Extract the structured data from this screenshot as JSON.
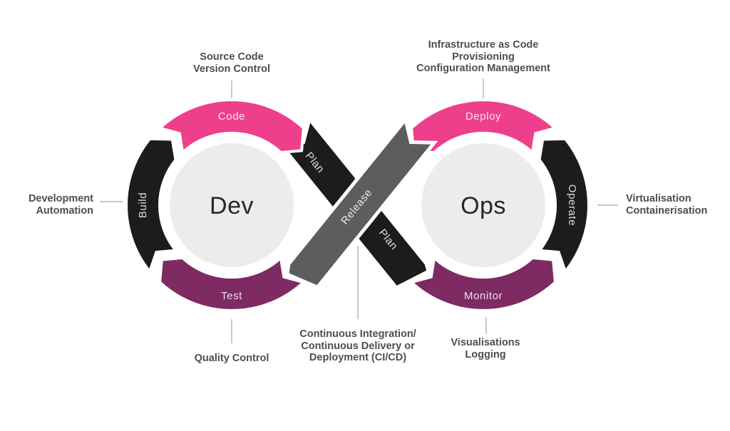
{
  "loops": {
    "dev": {
      "label": "Dev",
      "code": "Code",
      "build": "Build",
      "test": "Test"
    },
    "ops": {
      "label": "Ops",
      "deploy": "Deploy",
      "operate": "Operate",
      "monitor": "Monitor"
    }
  },
  "cross": {
    "plan_upper": "Plan",
    "plan_lower": "Plan",
    "release": "Release"
  },
  "annotations": {
    "source_code": {
      "line1": "Source Code",
      "line2": "Version Control"
    },
    "infrastructure": {
      "line1": "Infrastructure as Code",
      "line2": "Provisioning",
      "line3": "Configuration Management"
    },
    "development": {
      "line1": "Development",
      "line2": "Automation"
    },
    "virtualisation": {
      "line1": "Virtualisation",
      "line2": "Containerisation"
    },
    "quality": {
      "line1": "Quality Control"
    },
    "cicd": {
      "line1": "Continuous Integration/",
      "line2": "Continuous Delivery or",
      "line3": "Deployment (CI/CD)"
    },
    "visualisations": {
      "line1": "Visualisations",
      "line2": "Logging"
    }
  },
  "colors": {
    "pink": "#ee3f8d",
    "plum": "#7e2a63",
    "dark": "#1d1b1c",
    "gray_band": "#5d5d5d",
    "circle_fill": "#ececec",
    "label_text": "#4e4e4e",
    "connector": "#a5a5a5",
    "arc_label": "rgba(255,255,255,0.85)",
    "center_text": "#282828"
  }
}
